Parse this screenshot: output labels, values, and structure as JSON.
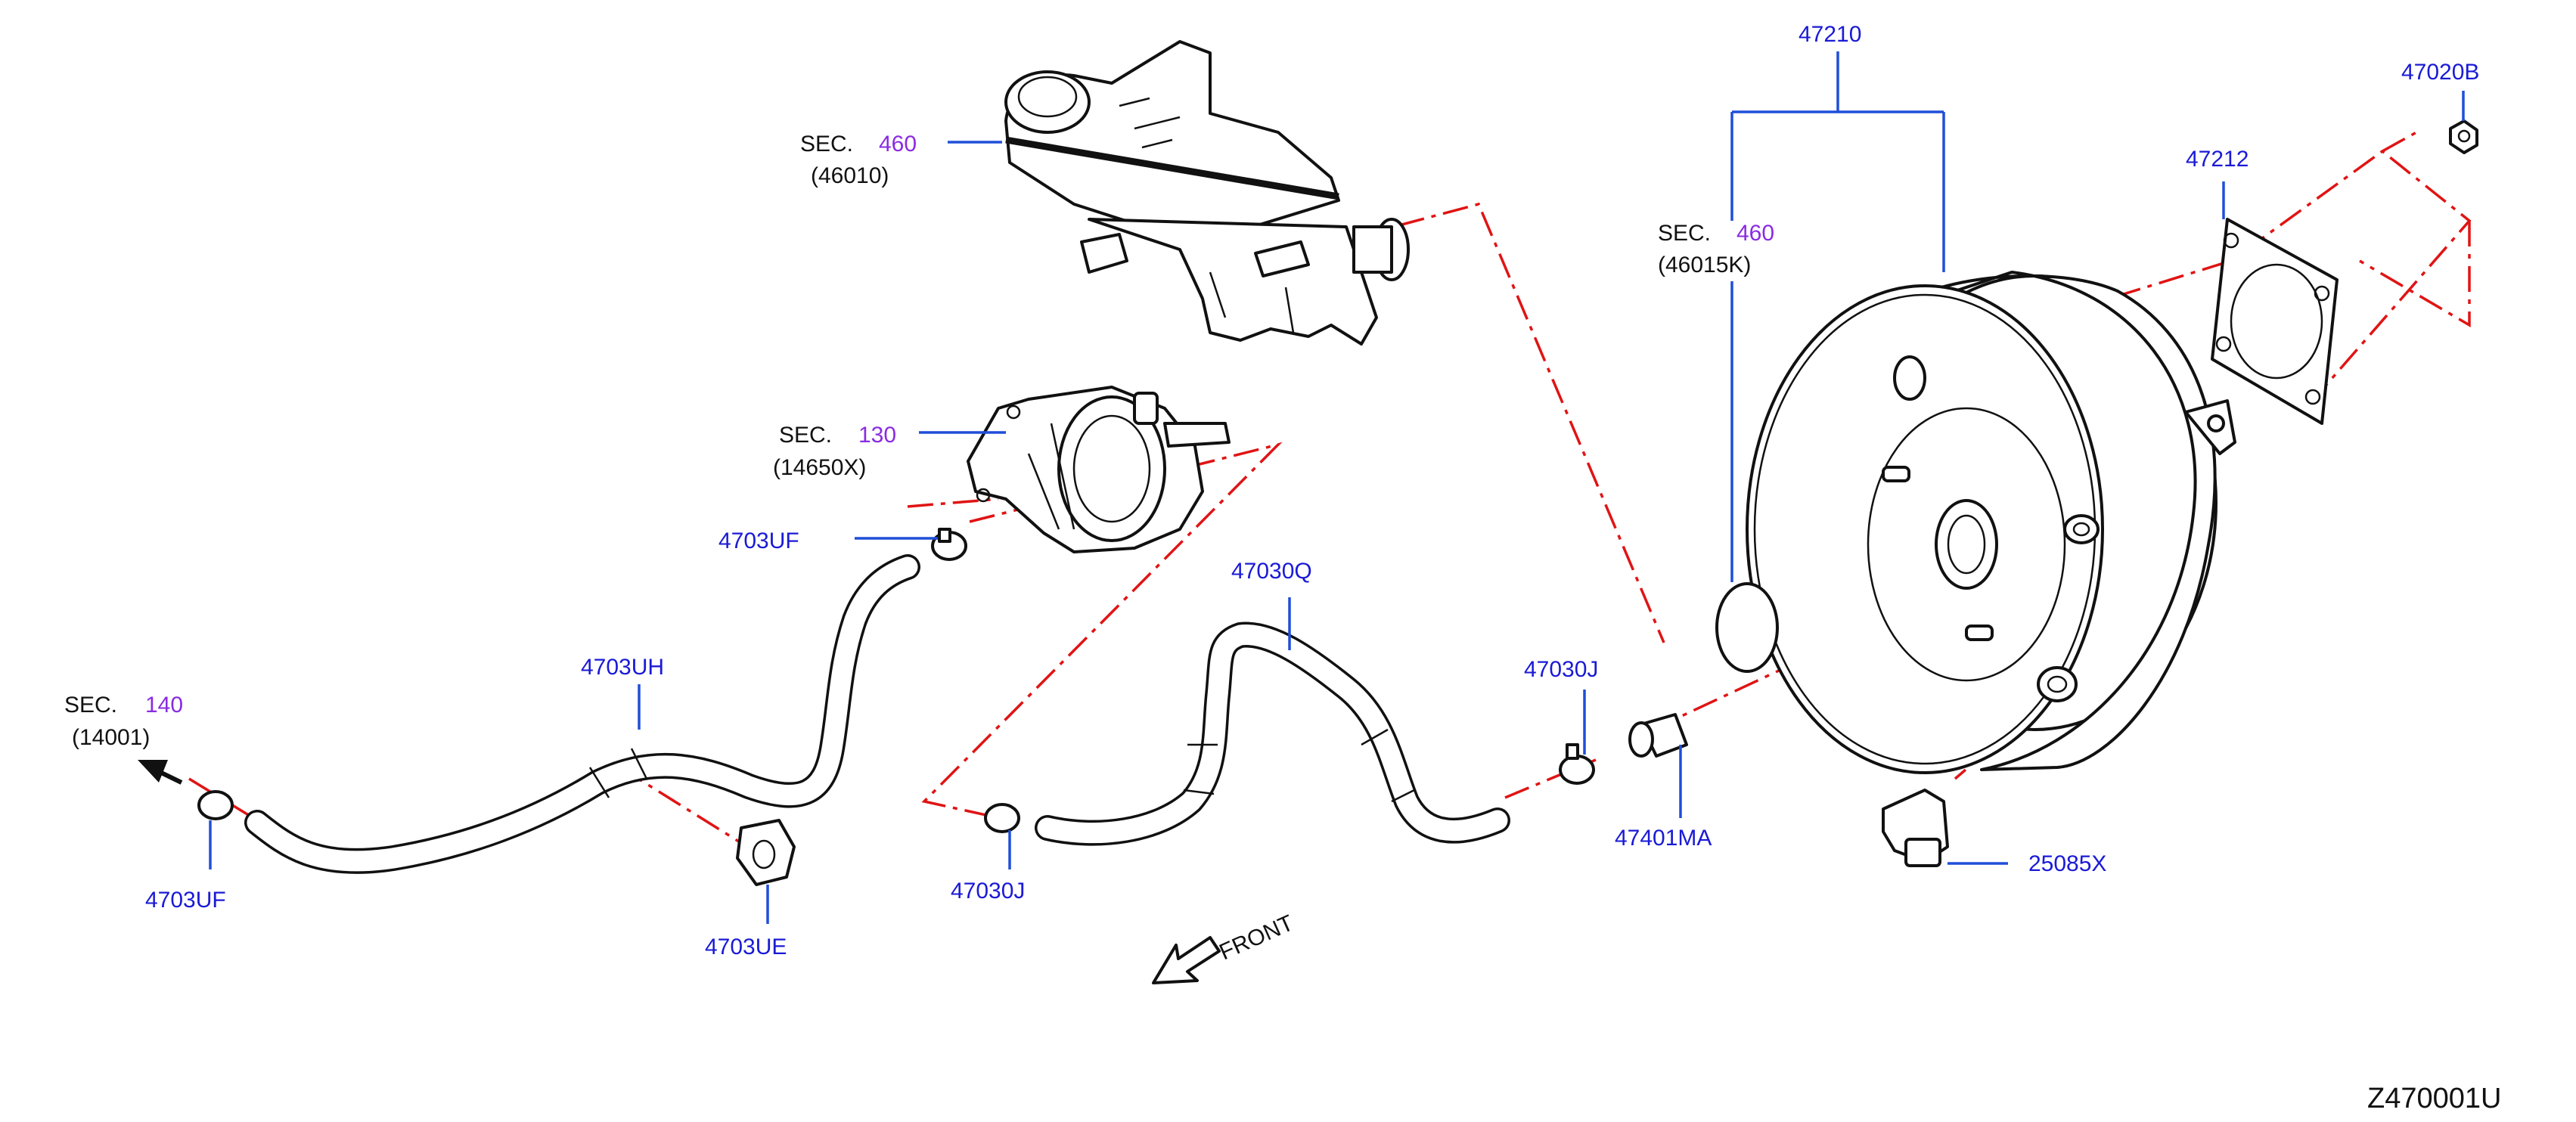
{
  "labels": {
    "sec_reservoir": "SEC.",
    "sec_reservoir_num": "460",
    "sec_reservoir_ref": "(46010)",
    "sec_pump": "SEC.",
    "sec_pump_num": "130",
    "sec_pump_ref": "(14650X)",
    "sec_engine": "SEC.",
    "sec_engine_num": "140",
    "sec_engine_ref": "(14001)",
    "sec_booster": "SEC.",
    "sec_booster_num": "460",
    "sec_booster_ref": "(46015K)",
    "p_47210": "47210",
    "p_47020B": "47020B",
    "p_47212": "47212",
    "p_4703UF_top": "4703UF",
    "p_47030Q": "47030Q",
    "p_4703UH": "4703UH",
    "p_47030J_right": "47030J",
    "p_47401MA": "47401MA",
    "p_25085X": "25085X",
    "p_4703UF_bottom": "4703UF",
    "p_4703UE": "4703UE",
    "p_47030J_left": "47030J",
    "front": "FRONT",
    "figure_code": "Z470001U"
  },
  "colors": {
    "part_number": "#1a1ad6",
    "section_number": "#8a2be2",
    "leader_line": "#1f4fd8",
    "phantom_line": "#e01414",
    "outline": "#111111"
  }
}
